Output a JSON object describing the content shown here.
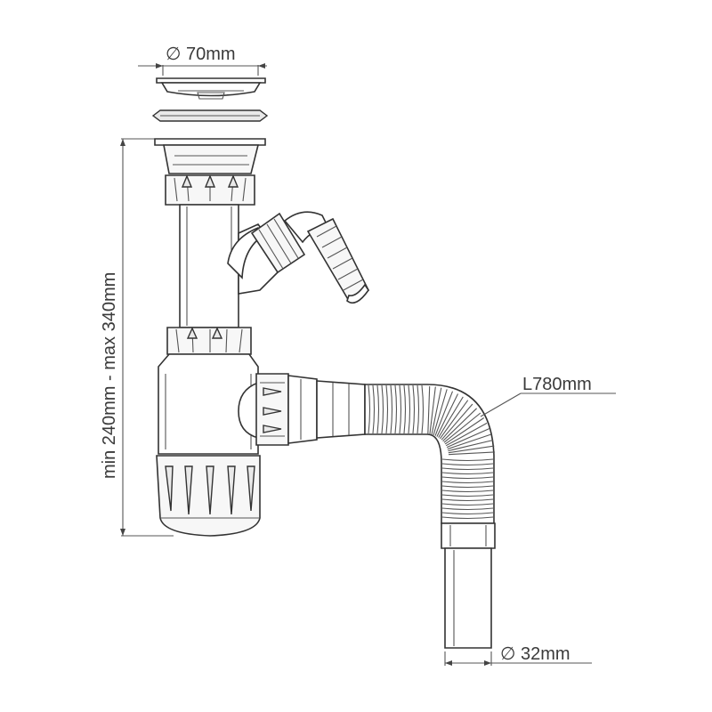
{
  "dimensions": {
    "top_diameter": "∅ 70mm",
    "height_range": "min 240mm - max 340mm",
    "hose_length": "L780mm",
    "outlet_diameter": "∅ 32mm"
  },
  "line_color": "#333333",
  "icons": {
    "diameter_symbol": "diameter-symbol"
  }
}
